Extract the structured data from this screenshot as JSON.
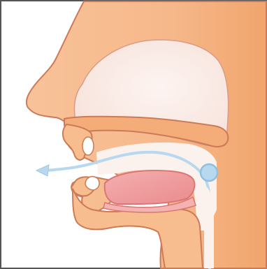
{
  "diagram": {
    "colors": {
      "background": "#ffffff",
      "frame": "#555555",
      "skin": "#f7bd8e",
      "skin_dark": "#f2a772",
      "outline": "#cd7a57",
      "cavity": "#f8e8e2",
      "cavity_light": "#fbf2ee",
      "tongue": "#ee9797",
      "tongue_light": "#f4b3b1",
      "teeth": "#ffffff",
      "airflow": "#b7d8ef",
      "airflow_stroke": "#9fc8e7"
    },
    "parts": [
      "nose",
      "nasal-cavity",
      "hard-palate",
      "upper-lip",
      "upper-teeth",
      "lower-lip",
      "lower-teeth",
      "tongue",
      "lower-jaw",
      "throat",
      "larynx-marker",
      "airflow-arrow"
    ]
  }
}
